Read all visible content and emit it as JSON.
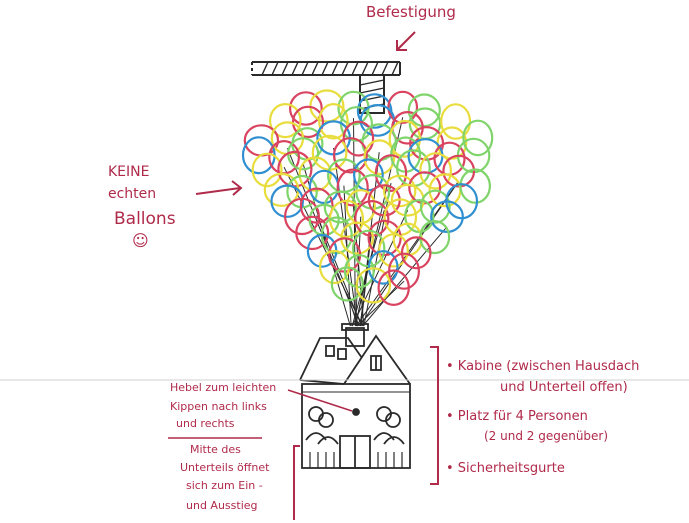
{
  "labels": {
    "mount": "Befestigung",
    "not_real_line1": "KEINE",
    "not_real_line2": "echten",
    "not_real_line3": "Ballons",
    "smiley": "☺",
    "lever_line1": "Hebel zum leichten",
    "lever_line2": "Kippen nach links",
    "lever_line3": "und rechts",
    "door_line1": "Mitte des",
    "door_line2": "Unterteils öffnet",
    "door_line3": "sich zum Ein -",
    "door_line4": "und Ausstieg",
    "cabin_line1": "• Kabine (zwischen Hausdach",
    "cabin_line2": "und Unterteil offen)",
    "seats_line1": "• Platz für 4 Personen",
    "seats_line2": "(2 und 2 gegenüber)",
    "belts": "• Sicherheitsgurte"
  },
  "colors": {
    "annotation": "#b02a4a",
    "ink": "#2a2a2a",
    "balloon_red": "#d9435f",
    "balloon_yellow": "#e8dd3c",
    "balloon_green": "#7fd46a",
    "balloon_blue": "#2f8fd0"
  }
}
